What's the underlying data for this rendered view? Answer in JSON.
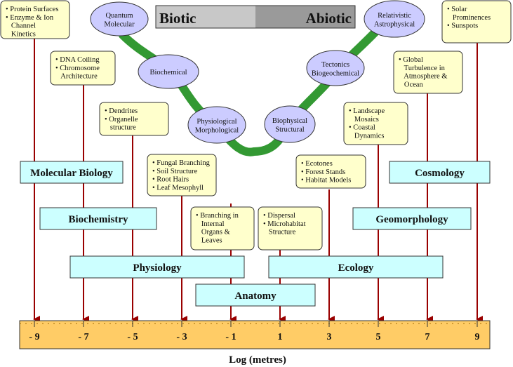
{
  "header": {
    "left_label": "Biotic",
    "right_label": "Abiotic"
  },
  "ellipses": [
    {
      "lines": [
        "Quantum",
        "Molecular"
      ]
    },
    {
      "lines": [
        "Biochemical"
      ]
    },
    {
      "lines": [
        "Physiological",
        "Morphological"
      ]
    },
    {
      "lines": [
        "Biophysical",
        "Structural"
      ]
    },
    {
      "lines": [
        "Tectonics",
        "Biogeochemical"
      ]
    },
    {
      "lines": [
        "Relativistic",
        "Astrophysical"
      ]
    }
  ],
  "notes": [
    {
      "lines": [
        "• Protein Surfaces",
        "• Enzyme & Ion",
        "   Channel",
        "   Kinetics"
      ]
    },
    {
      "lines": [
        "• DNA Coiling",
        "• Chromosome",
        "   Architecture"
      ]
    },
    {
      "lines": [
        "• Dendrites",
        "• Organelle",
        "   structure"
      ]
    },
    {
      "lines": [
        "• Fungal Branching",
        "• Soil Structure",
        "• Root Hairs",
        "• Leaf Mesophyll"
      ]
    },
    {
      "lines": [
        "• Branching in",
        "   Internal",
        "   Organs &",
        "   Leaves"
      ]
    },
    {
      "lines": [
        "• Dispersal",
        "• Microhabitat",
        "   Structure"
      ]
    },
    {
      "lines": [
        "• Ecotones",
        "• Forest Stands",
        "• Habitat Models"
      ]
    },
    {
      "lines": [
        "• Landscape",
        "   Mosaics",
        "• Coastal",
        "   Dynamics"
      ]
    },
    {
      "lines": [
        "• Global",
        "   Turbulence in",
        "   Atmosphere &",
        "   Ocean"
      ]
    },
    {
      "lines": [
        "• Solar",
        "   Prominences",
        "• Sunspots"
      ]
    }
  ],
  "fields": [
    {
      "label": "Molecular Biology"
    },
    {
      "label": "Biochemistry"
    },
    {
      "label": "Physiology"
    },
    {
      "label": "Anatomy"
    },
    {
      "label": "Ecology"
    },
    {
      "label": "Geomorphology"
    },
    {
      "label": "Cosmology"
    }
  ],
  "axis": {
    "ticks": [
      "- 9",
      "- 7",
      "- 5",
      "- 3",
      "- 1",
      "1",
      "3",
      "5",
      "7",
      "9"
    ],
    "label": "Log (metres)"
  },
  "colors": {
    "note_fill": "#ffffcc",
    "field_fill": "#ccffff",
    "ellipse_fill": "#ccccff",
    "curve": "#339933",
    "arrow": "#990000",
    "ruler": "#ffcc66",
    "header_light": "#c8c8c8",
    "header_dark": "#9a9a9a"
  }
}
